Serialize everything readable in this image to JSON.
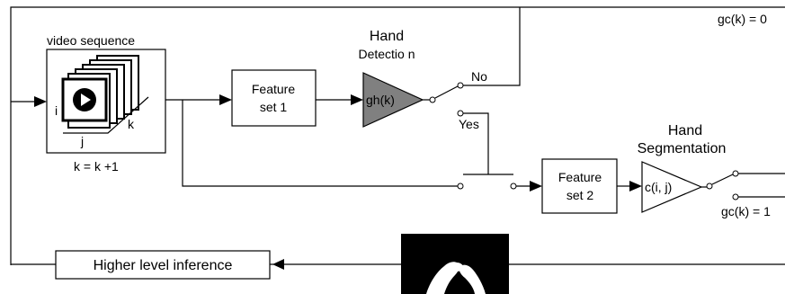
{
  "labels": {
    "video_sequence": "video sequence",
    "axis_i": "i",
    "axis_j": "j",
    "axis_k": "k",
    "k_increment": "k = k +1",
    "feature_set_1_line1": "Feature",
    "feature_set_1_line2": "set 1",
    "hand_detection_line1": "Hand",
    "hand_detection_line2": "Detectio n",
    "detector": "gh(k)",
    "no": "No",
    "yes": "Yes",
    "gc_zero": "gc(k) = 0",
    "feature_set_2_line1": "Feature",
    "feature_set_2_line2": "set 2",
    "hand_segmentation_line1": "Hand",
    "hand_segmentation_line2": "Segmentation",
    "classifier": "c(i, j)",
    "gc_one": "gc(k) = 1",
    "higher_level_inference": "Higher level inference"
  },
  "colors": {
    "detector_fill": "#808080",
    "line": "#000000",
    "image_background": "#000000",
    "hands": "#ffffff"
  }
}
